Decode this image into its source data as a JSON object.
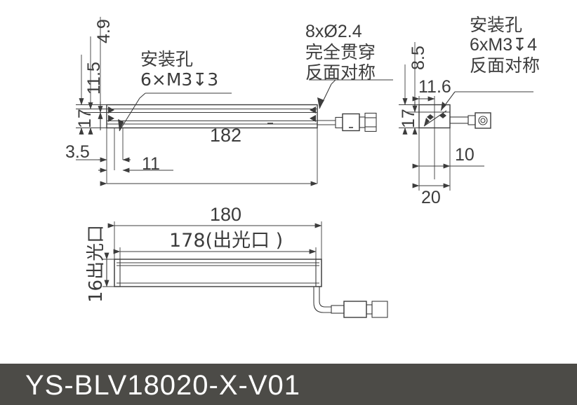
{
  "drawing": {
    "title": "YS-BLV18020-X-V01",
    "background_color": "#ffffff",
    "line_color": "#3c3c3c",
    "footer_color": "#4c4b47",
    "footer_text_color": "#ffffff"
  },
  "views": {
    "top_view": {
      "name": "top-view",
      "annotations": {
        "mounting_hole_title": "安装孔",
        "mounting_hole_spec": "6×M3↧3",
        "through_hole_spec": "8xØ2.4",
        "through_hole_note1": "完全贯穿",
        "through_hole_note2": "反面对称"
      },
      "dimensions": {
        "d_4_9": "4.9",
        "d_11_5": "11.5",
        "d_17": "17",
        "d_3_5": "3.5",
        "d_11": "11",
        "d_182": "182"
      }
    },
    "side_view": {
      "name": "side-view",
      "annotations": {
        "mounting_hole_title": "安装孔",
        "mounting_hole_spec": "6xM3↧4",
        "mounting_hole_note": "反面对称"
      },
      "dimensions": {
        "d_8_5": "8.5",
        "d_17": "17",
        "d_11_6": "11.6",
        "d_10": "10",
        "d_20": "20"
      }
    },
    "front_view": {
      "name": "front-view",
      "dimensions": {
        "d_180": "180",
        "d_178": "178(出光口 )",
        "d_16": "16出光口"
      }
    }
  }
}
